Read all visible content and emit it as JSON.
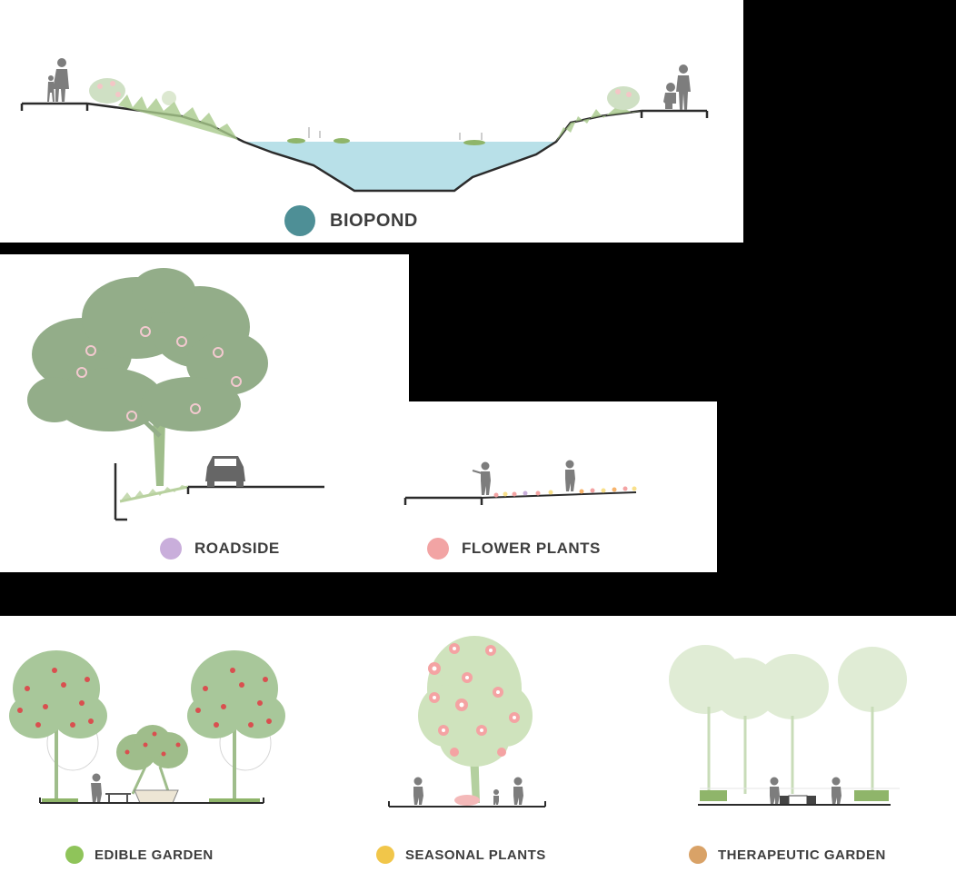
{
  "legend": {
    "biopond": {
      "label": "BIOPOND",
      "color": "#4e8f96"
    },
    "roadside": {
      "label": "ROADSIDE",
      "color": "#c9aedb"
    },
    "flower_plants": {
      "label": "FLOWER PLANTS",
      "color": "#f2a4a4"
    },
    "edible_garden": {
      "label": "EDIBLE GARDEN",
      "color": "#8fc45a"
    },
    "seasonal_plants": {
      "label": "SEASONAL PLANTS",
      "color": "#f1c64a"
    },
    "therapeutic_garden": {
      "label": "THERAPEUTIC GARDEN",
      "color": "#d9a267"
    }
  },
  "palette": {
    "ground_line": "#2b2b2b",
    "water": "#b8e0e8",
    "grass": "#8fb56a",
    "tree_green": "#93ad89",
    "tree_trunk": "#9fbd8b",
    "blossom_pink": "#f4a3a3",
    "figure_grey": "#7d7d7d",
    "pale_tree": "#d7e6c8"
  }
}
